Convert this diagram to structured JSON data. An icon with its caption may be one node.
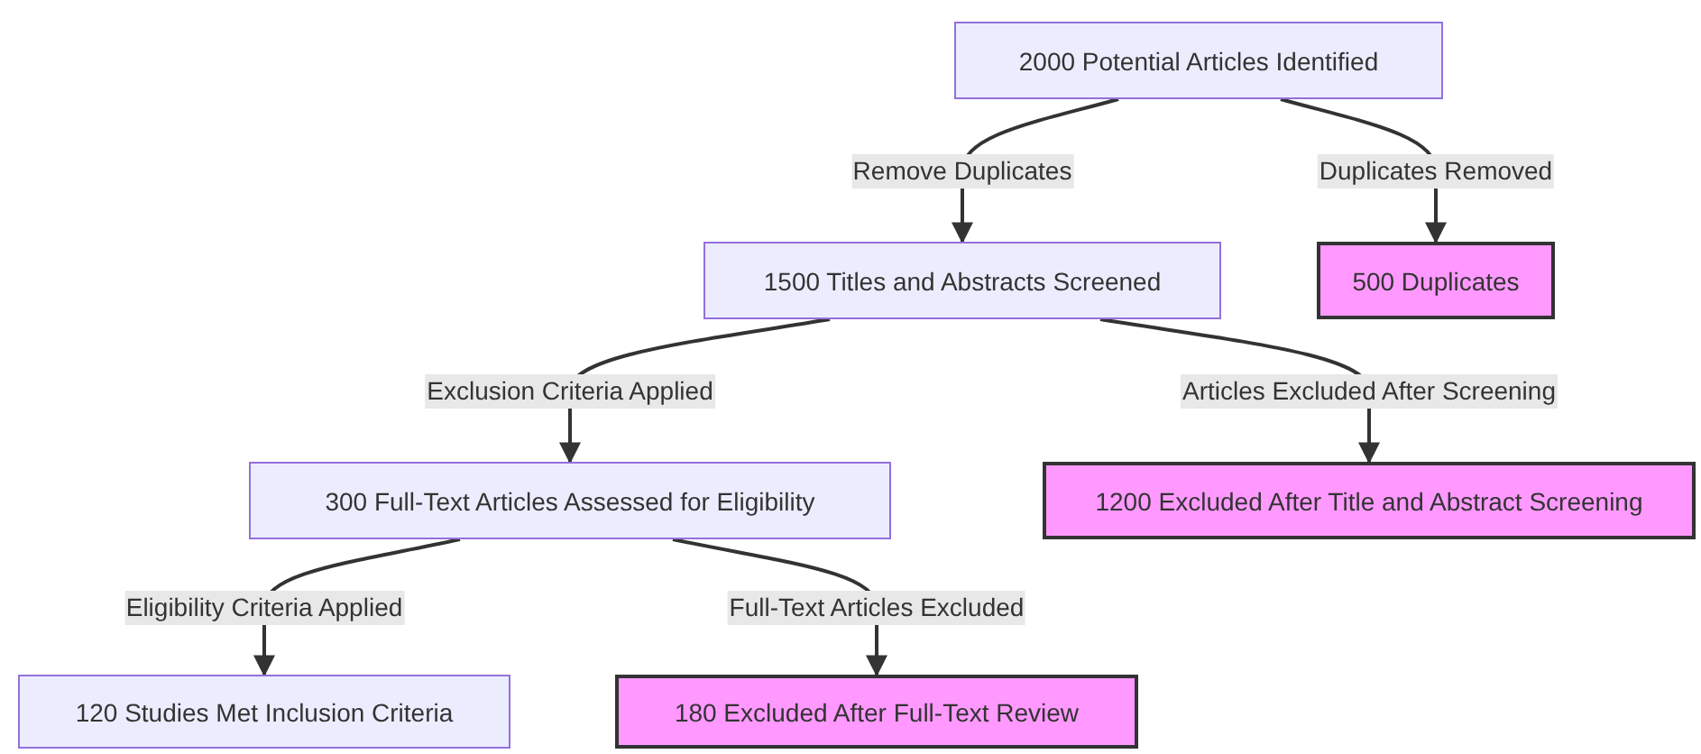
{
  "diagram": {
    "nodes": [
      {
        "text": [
          "2000 Potential Articles Identified"
        ]
      },
      {
        "text": [
          "1500 Titles and Abstracts Screened"
        ]
      },
      {
        "text": [
          "500 Duplicates"
        ]
      },
      {
        "text": [
          "300 Full-Text Articles Assessed for Eligibility"
        ]
      },
      {
        "text": [
          "1200 Excluded After Title and Abstract Screening"
        ]
      },
      {
        "text": [
          "120 Studies Met Inclusion Criteria"
        ]
      },
      {
        "text": [
          "180 Excluded After Full-Text Review"
        ]
      }
    ],
    "edges": [
      {
        "from": 0,
        "to": 1,
        "arrow": "to",
        "label": "Remove Duplicates"
      },
      {
        "from": 0,
        "to": 2,
        "arrow": "to",
        "label": "Duplicates Removed"
      },
      {
        "from": 1,
        "to": 3,
        "arrow": "to",
        "label": "Exclusion Criteria Applied"
      },
      {
        "from": 1,
        "to": 4,
        "arrow": "to",
        "label": "Articles Excluded After Screening"
      },
      {
        "from": 3,
        "to": 5,
        "arrow": "to",
        "label": "Eligibility Criteria Applied"
      },
      {
        "from": 3,
        "to": 6,
        "arrow": "to",
        "label": "Full-Text Articles Excluded"
      }
    ]
  }
}
